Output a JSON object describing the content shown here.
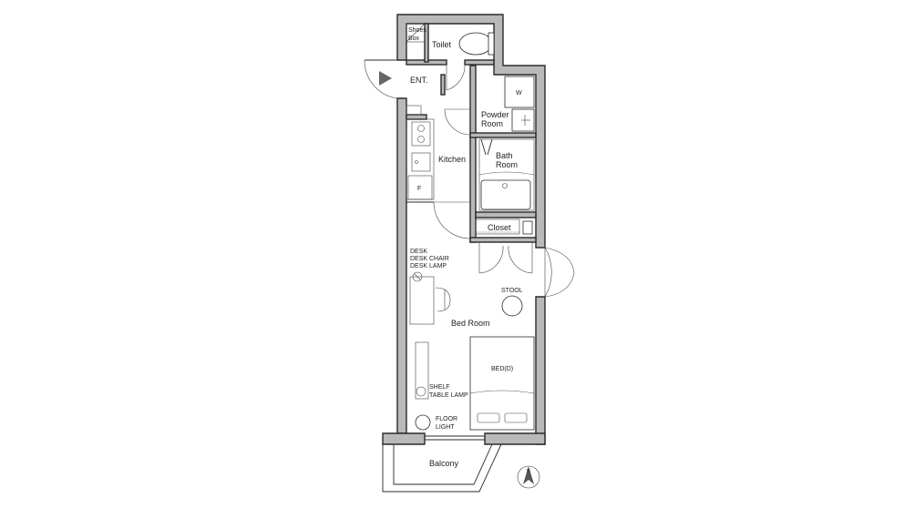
{
  "rooms": {
    "shoes_box": "Shoes\nBox",
    "toilet": "Toilet",
    "entrance": "ENT.",
    "washer": "W",
    "powder_room": "Powder\nRoom",
    "kitchen": "Kitchen",
    "fridge": "F",
    "bath_room": "Bath\nRoom",
    "closet": "Closet",
    "bed_room": "Bed Room",
    "balcony": "Balcony"
  },
  "furniture": {
    "desk_set": "DESK\nDESK CHAIR\nDESK LAMP",
    "stool": "STOOL",
    "bed": "BED(D)",
    "shelf": "SHELF\nTABLE LAMP",
    "floor_light": "FLOOR\nLIGHT"
  },
  "compass": {
    "label": "N",
    "icon": "north-arrow-icon"
  }
}
